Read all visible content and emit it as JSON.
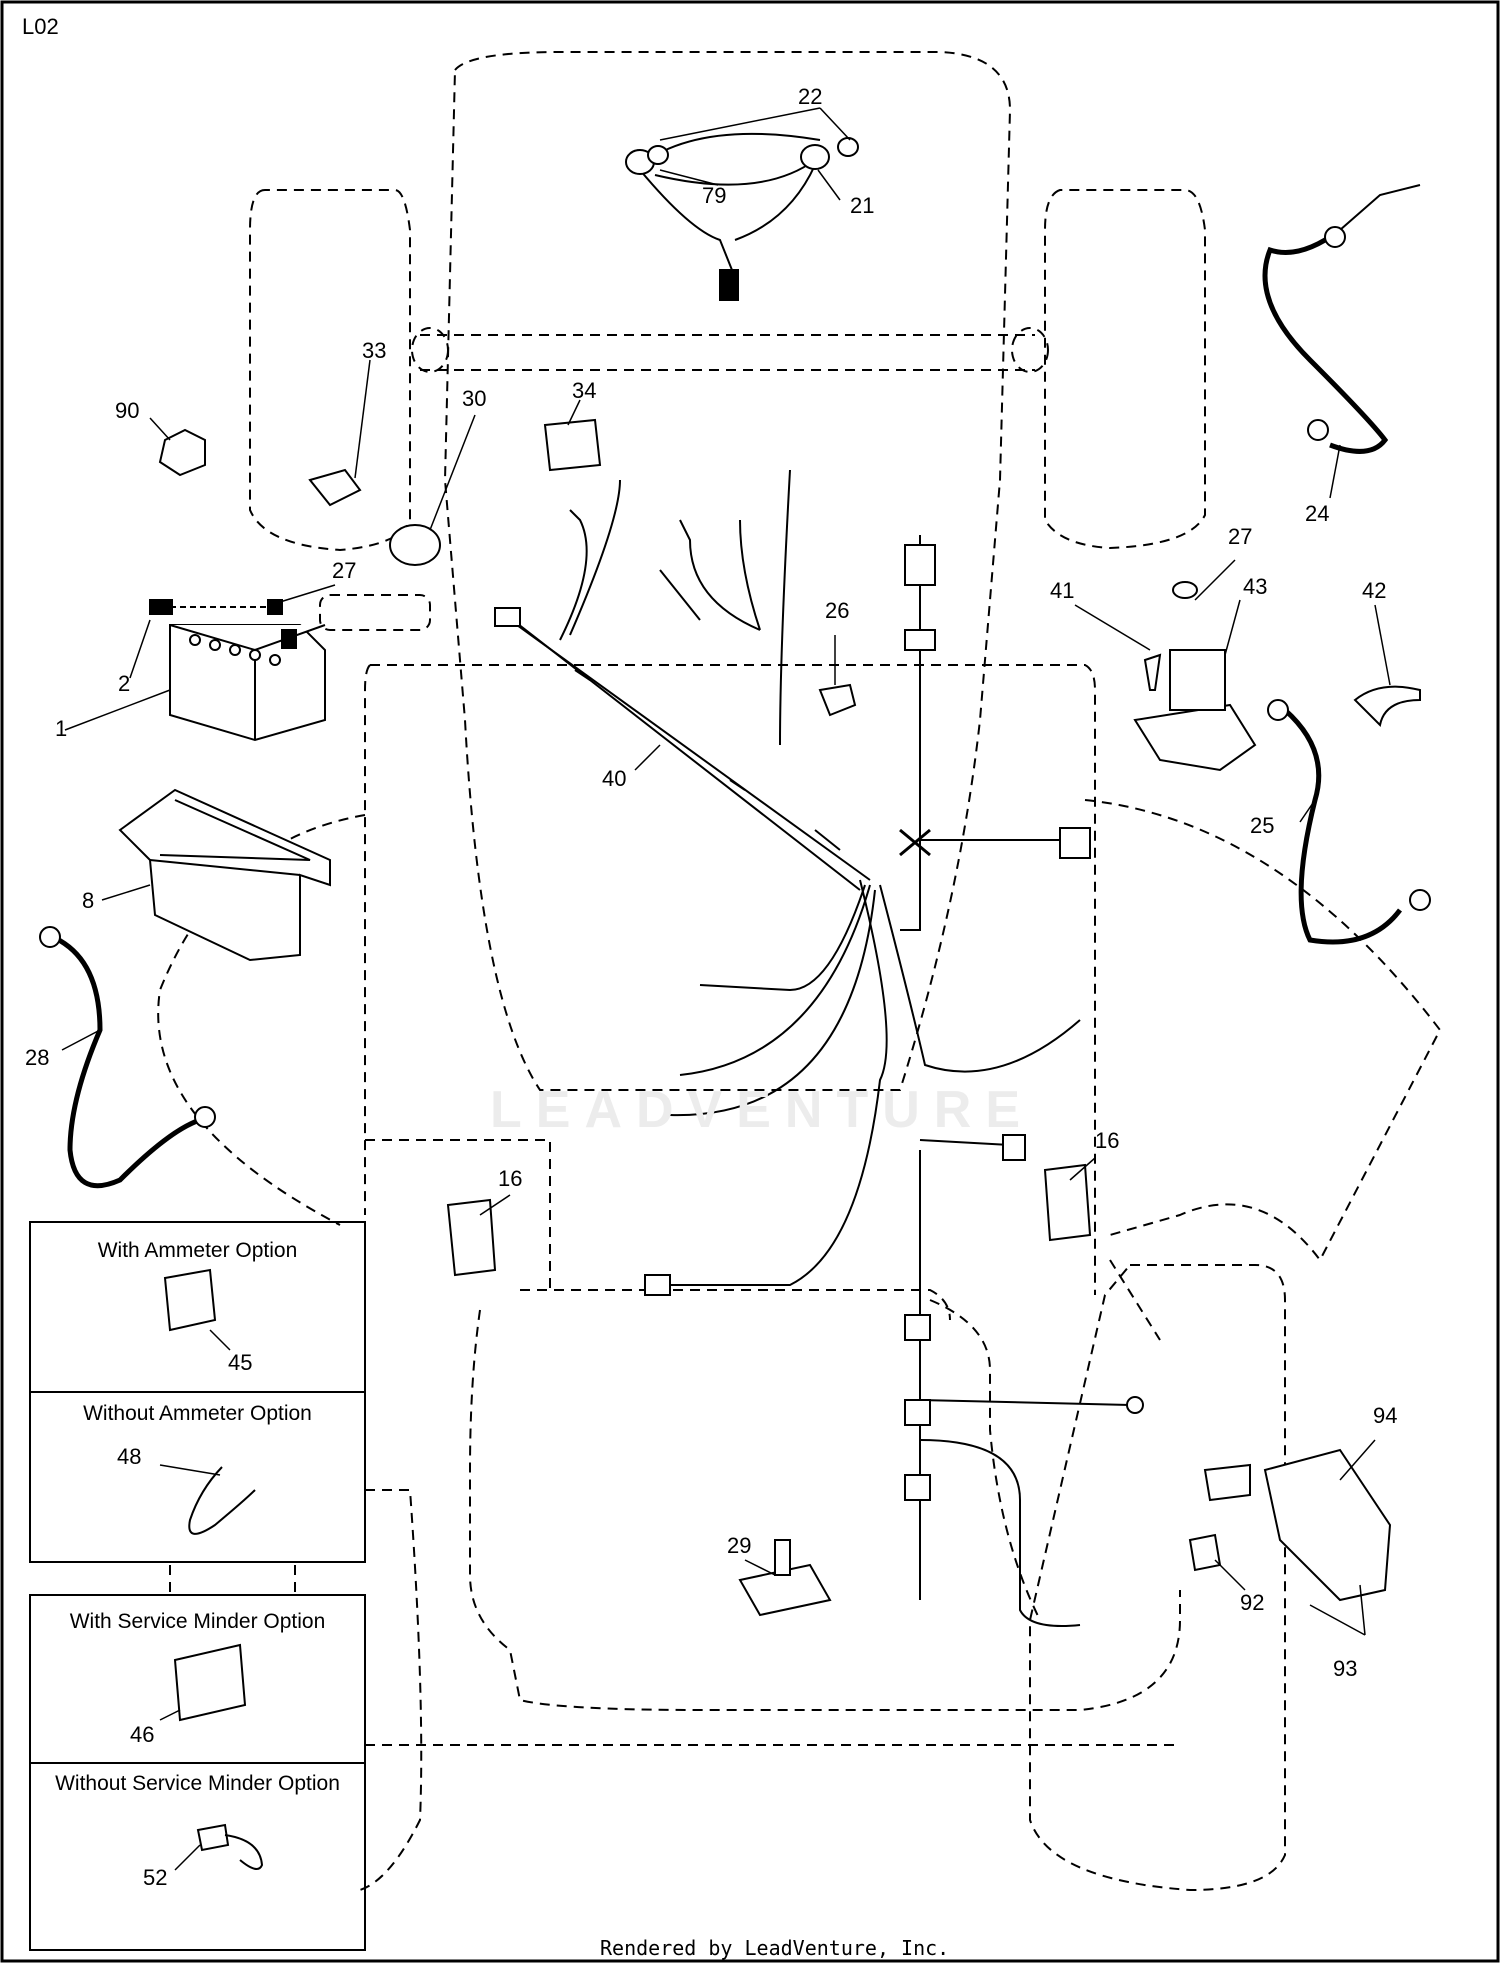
{
  "diagram": {
    "page_code": "L02",
    "footer": "Rendered by LeadVenture, Inc.",
    "watermark": "LEADVENTURE",
    "part_numbers": {
      "p1": "1",
      "p2": "2",
      "p8": "8",
      "p16a": "16",
      "p16b": "16",
      "p21": "21",
      "p22": "22",
      "p24": "24",
      "p25": "25",
      "p26": "26",
      "p27a": "27",
      "p27b": "27",
      "p28": "28",
      "p29": "29",
      "p30": "30",
      "p33": "33",
      "p34": "34",
      "p40": "40",
      "p41": "41",
      "p42": "42",
      "p43": "43",
      "p45": "45",
      "p46": "46",
      "p48": "48",
      "p52": "52",
      "p79": "79",
      "p90": "90",
      "p92": "92",
      "p93": "93",
      "p94": "94"
    },
    "options": {
      "with_ammeter": "With Ammeter Option",
      "without_ammeter": "Without Ammeter Option",
      "with_service_minder": "With Service Minder Option",
      "without_service_minder": "Without Service Minder Option"
    }
  }
}
